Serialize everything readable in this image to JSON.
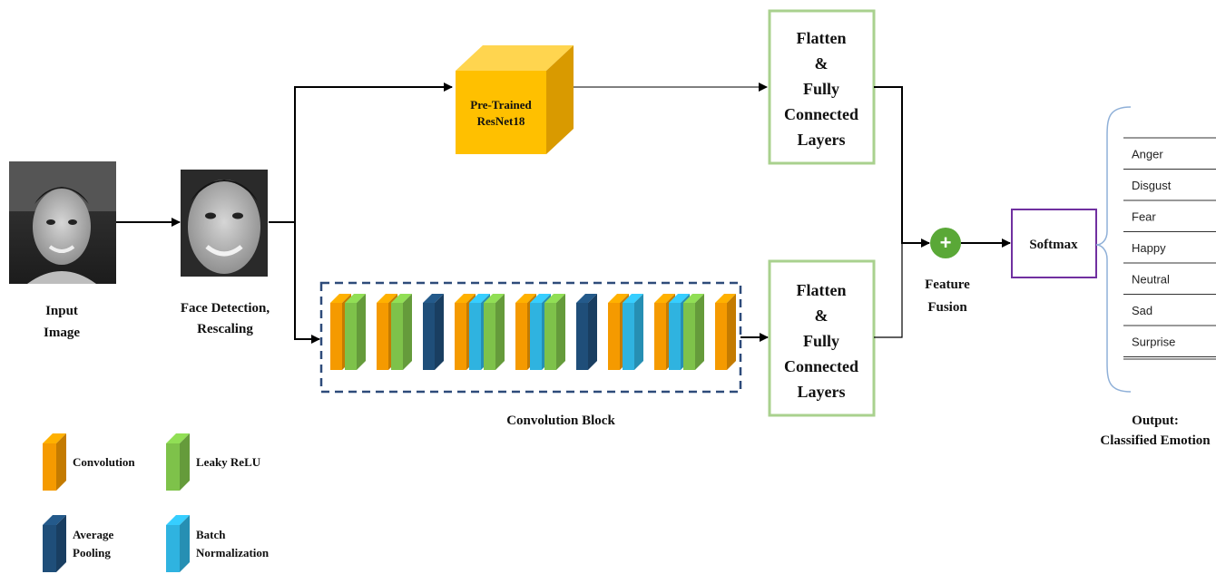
{
  "input": {
    "label_line1": "Input",
    "label_line2": "Image"
  },
  "face": {
    "label_line1": "Face Detection,",
    "label_line2": "Rescaling"
  },
  "resnet": {
    "label_line1": "Pre-Trained",
    "label_line2": "ResNet18"
  },
  "fc_top": {
    "lines": [
      "Flatten",
      "&",
      "Fully",
      "Connected",
      "Layers"
    ]
  },
  "fc_bottom": {
    "lines": [
      "Flatten",
      "&",
      "Fully",
      "Connected",
      "Layers"
    ]
  },
  "conv_block": {
    "title": "Convolution Block",
    "layers": [
      [
        "convolution",
        "leaky-relu"
      ],
      [
        "convolution",
        "leaky-relu"
      ],
      [
        "average-pooling"
      ],
      [
        "convolution",
        "batch-normalization",
        "leaky-relu"
      ],
      [
        "convolution",
        "batch-normalization",
        "leaky-relu"
      ],
      [
        "average-pooling"
      ],
      [
        "convolution",
        "batch-normalization"
      ],
      [
        "convolution",
        "batch-normalization",
        "leaky-relu"
      ],
      [
        "convolution"
      ]
    ]
  },
  "fusion": {
    "label_line1": "Feature",
    "label_line2": "Fusion",
    "symbol": "+"
  },
  "softmax": {
    "label": "Softmax"
  },
  "emotions": [
    "Anger",
    "Disgust",
    "Fear",
    "Happy",
    "Neutral",
    "Sad",
    "Surprise"
  ],
  "output": {
    "label_line1": "Output:",
    "label_line2": "Classified Emotion"
  },
  "legend": [
    {
      "type": "convolution",
      "label_lines": [
        "Convolution"
      ]
    },
    {
      "type": "leaky-relu",
      "label_lines": [
        "Leaky ReLU"
      ]
    },
    {
      "type": "average-pooling",
      "label_lines": [
        "Average",
        "Pooling"
      ]
    },
    {
      "type": "batch-normalization",
      "label_lines": [
        "Batch",
        "Normalization"
      ]
    }
  ],
  "colors": {
    "convolution": "#f59a00",
    "leaky-relu": "#7ec24a",
    "average-pooling": "#1f4e79",
    "batch-normalization": "#2fb3e0",
    "resnet": "#ffc000",
    "fc_border": "#a9d18e",
    "softmax_border": "#7030a0",
    "fusion": "#5aa837",
    "dashed_border": "#2e4b7a"
  }
}
